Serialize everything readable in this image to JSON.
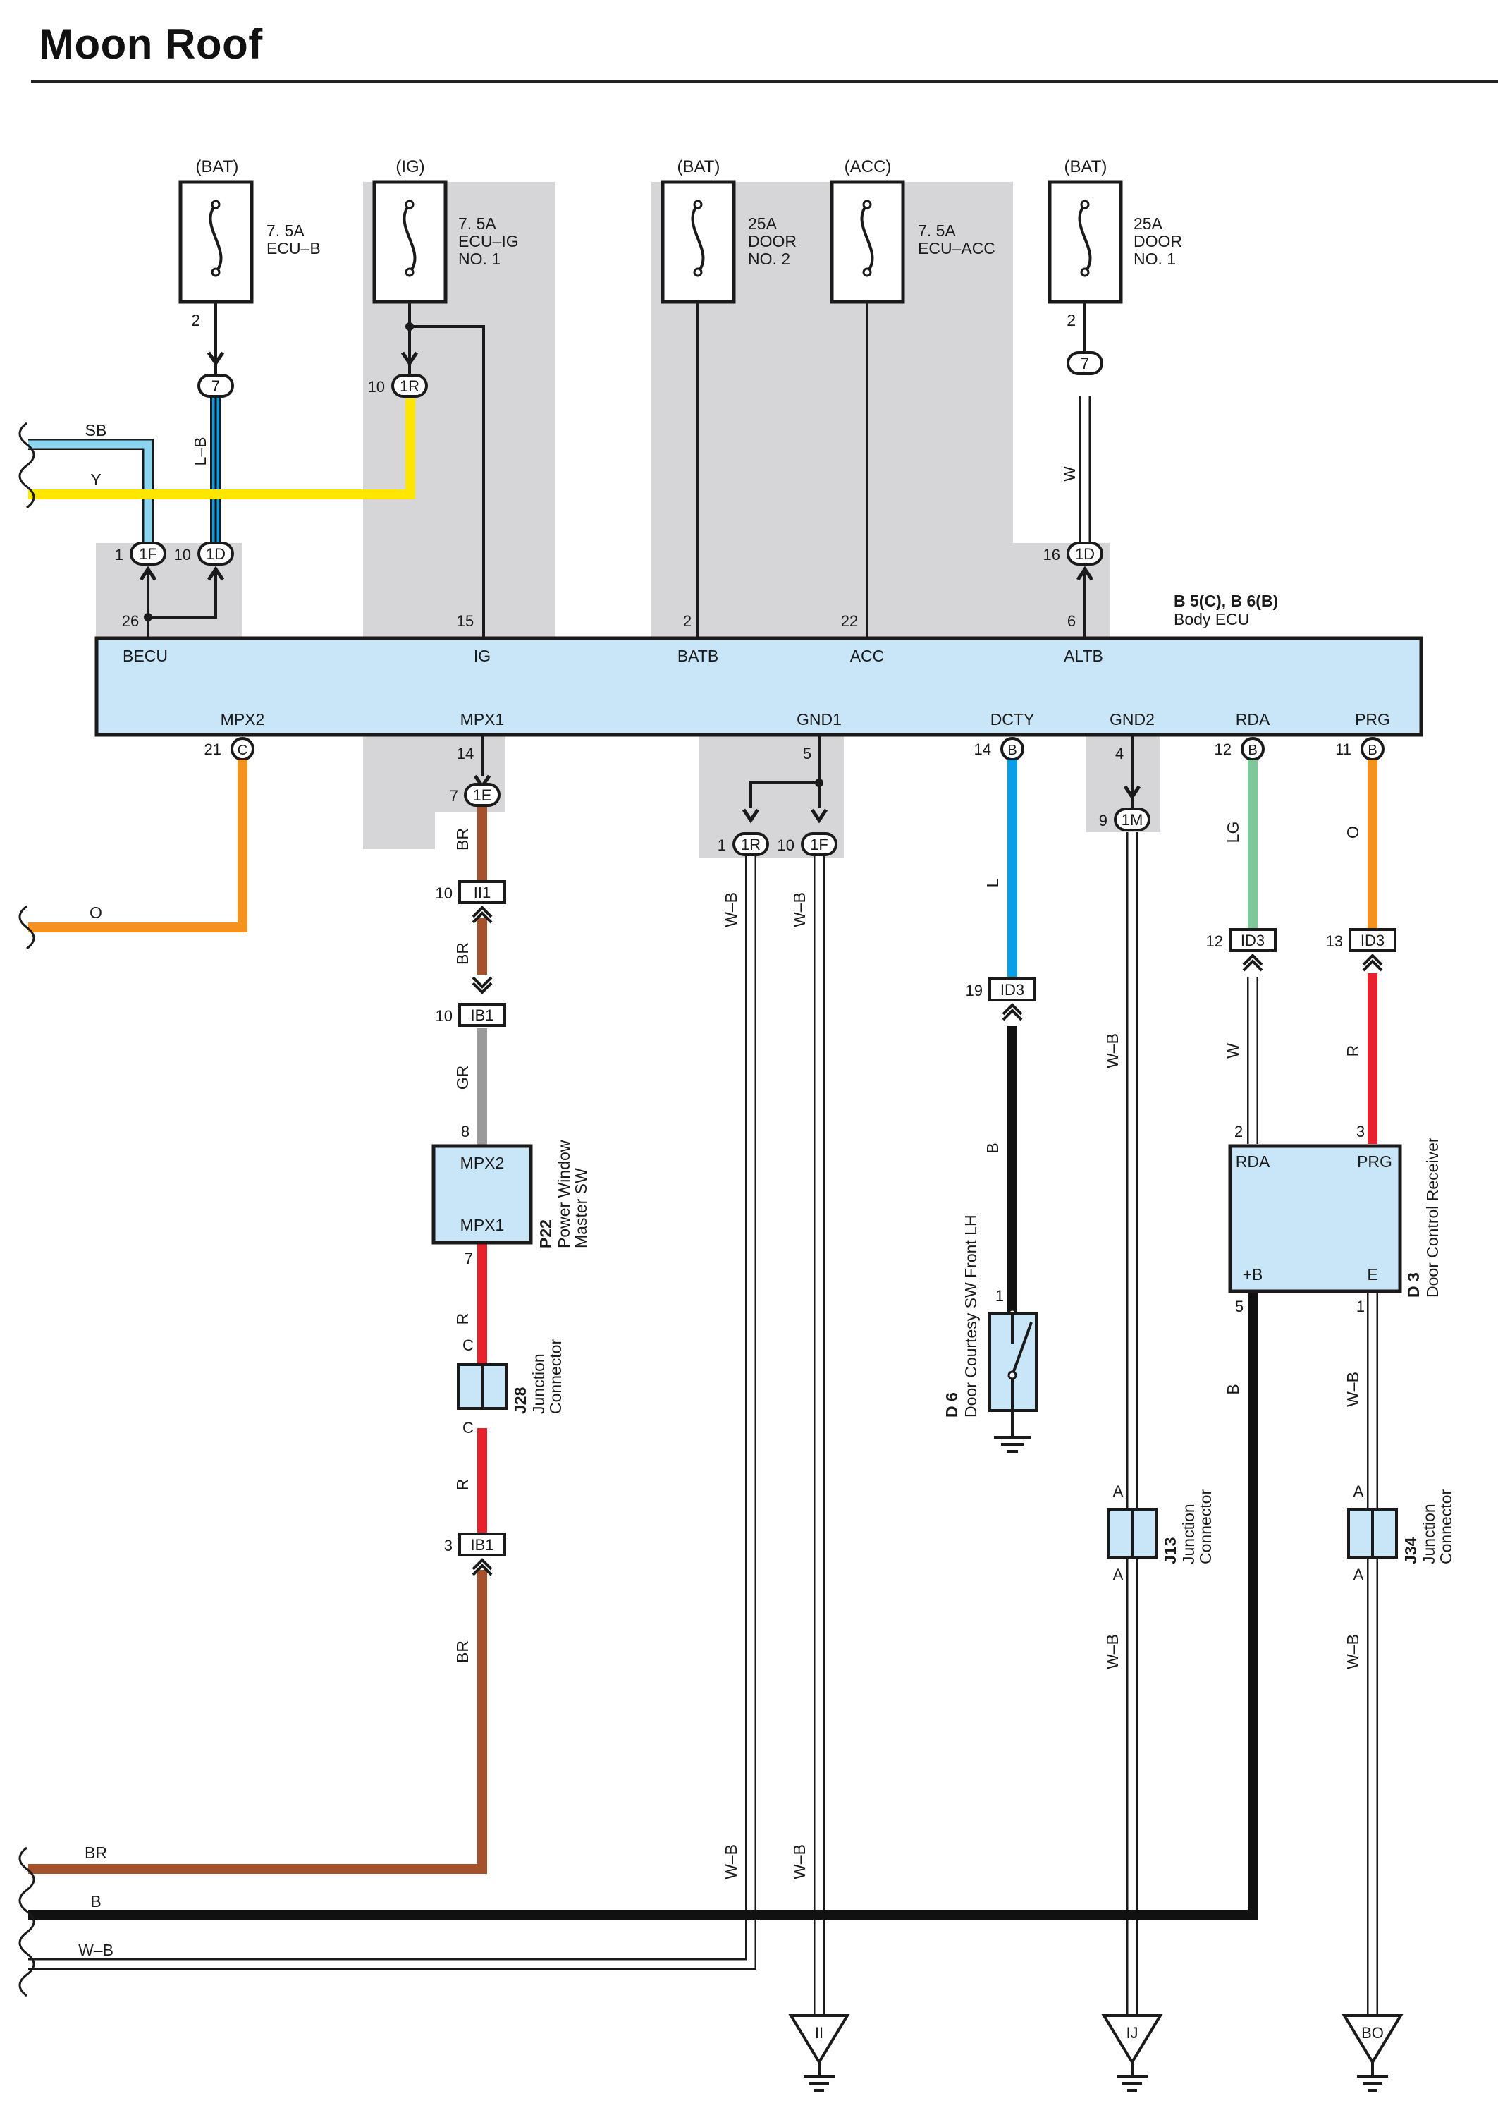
{
  "title": "Moon Roof",
  "colors": {
    "shade": "#d6d6d8",
    "box_fill": "#c8e6f8",
    "SB": "#8dd4f1",
    "Y": "#ffe600",
    "L": "#0a9ee6",
    "BR": "#a5522c",
    "GR": "#9a9a9a",
    "R": "#e8222c",
    "O": "#f5921f",
    "LG": "#7ec79b",
    "B": "#111111",
    "W": "#ffffff"
  },
  "fuses": [
    {
      "source": "(BAT)",
      "rating": "7. 5A",
      "name1": "ECU–B",
      "name2": "",
      "pin": "2"
    },
    {
      "source": "(IG)",
      "rating": "7. 5A",
      "name1": "ECU–IG",
      "name2": "NO. 1",
      "pin": ""
    },
    {
      "source": "(BAT)",
      "rating": "25A",
      "name1": "DOOR",
      "name2": "NO. 2",
      "pin": ""
    },
    {
      "source": "(ACC)",
      "rating": "7. 5A",
      "name1": "ECU–ACC",
      "name2": "",
      "pin": ""
    },
    {
      "source": "(BAT)",
      "rating": "25A",
      "name1": "DOOR",
      "name2": "NO. 1",
      "pin": "2"
    }
  ],
  "ecu": {
    "code": "B 5(C), B 6(B)",
    "name": "Body ECU",
    "top_terminals": [
      {
        "name": "BECU",
        "pin": "26"
      },
      {
        "name": "IG",
        "pin": "15"
      },
      {
        "name": "BATB",
        "pin": "2"
      },
      {
        "name": "ACC",
        "pin": "22"
      },
      {
        "name": "ALTB",
        "pin": "6"
      }
    ],
    "bottom_terminals": [
      {
        "name": "MPX2",
        "pin": "21",
        "conn": "C"
      },
      {
        "name": "MPX1",
        "pin": "14",
        "conn": ""
      },
      {
        "name": "GND1",
        "pin": "5",
        "conn": ""
      },
      {
        "name": "DCTY",
        "pin": "14",
        "conn": "B"
      },
      {
        "name": "GND2",
        "pin": "4",
        "conn": ""
      },
      {
        "name": "RDA",
        "pin": "12",
        "conn": "B"
      },
      {
        "name": "PRG",
        "pin": "11",
        "conn": "B"
      }
    ]
  },
  "connectors": {
    "c7a": {
      "label": "7",
      "pin": ""
    },
    "c1R_top": {
      "label": "1R",
      "pin": "10"
    },
    "c7b": {
      "label": "7",
      "pin": ""
    },
    "c1F_top": {
      "label": "1F",
      "pin": "1"
    },
    "c1D_a": {
      "label": "1D",
      "pin": "10"
    },
    "c1D_b": {
      "label": "1D",
      "pin": "16"
    },
    "c1E": {
      "label": "1E",
      "pin": "7"
    },
    "c1R_bot": {
      "label": "1R",
      "pin": "1"
    },
    "c1F_bot": {
      "label": "1F",
      "pin": "10"
    },
    "c1M": {
      "label": "1M",
      "pin": "9"
    },
    "ii1": {
      "label": "II1",
      "pin": "10"
    },
    "ib1a": {
      "label": "IB1",
      "pin": "10"
    },
    "ib1b": {
      "label": "IB1",
      "pin": "3"
    },
    "id3a": {
      "label": "ID3",
      "pin": "19"
    },
    "id3b": {
      "label": "ID3",
      "pin": "12"
    },
    "id3c": {
      "label": "ID3",
      "pin": "13"
    }
  },
  "wire_labels": {
    "sb": "SB",
    "y": "Y",
    "lb": "L–B",
    "w_top": "W",
    "o_left": "O",
    "br1": "BR",
    "br2": "BR",
    "gr": "GR",
    "r1": "R",
    "r2": "R",
    "br3": "BR",
    "wb1": "W–B",
    "wb2": "W–B",
    "wb3": "W–B",
    "wb4": "W–B",
    "l": "L",
    "b_d6": "B",
    "wb_j13a": "W–B",
    "wb_j13b": "W–B",
    "lg": "LG",
    "o_prg": "O",
    "w_rda": "W",
    "r_prg": "R",
    "b_d3": "B",
    "wb_j34a": "W–B",
    "wb_j34b": "W–B",
    "br_bus": "BR",
    "b_bus": "B",
    "wb_bus": "W–B"
  },
  "p22": {
    "code": "P22",
    "name1": "Power Window",
    "name2": "Master SW",
    "t_top": "MPX2",
    "t_bot": "MPX1",
    "pin_top": "8",
    "pin_bot": "7"
  },
  "j28": {
    "code": "J28",
    "name1": "Junction",
    "name2": "Connector",
    "a": "C",
    "b": "C"
  },
  "j13": {
    "code": "J13",
    "name1": "Junction",
    "name2": "Connector",
    "a": "A",
    "b": "A"
  },
  "j34": {
    "code": "J34",
    "name1": "Junction",
    "name2": "Connector",
    "a": "A",
    "b": "A"
  },
  "d6": {
    "code": "D 6",
    "name": "Door Courtesy SW Front LH",
    "pin": "1"
  },
  "d3": {
    "code": "D 3",
    "name": "Door Control Receiver",
    "t_rda": "RDA",
    "t_prg": "PRG",
    "t_b": "+B",
    "t_e": "E",
    "pin_rda": "2",
    "pin_prg": "3",
    "pin_b": "5",
    "pin_e": "1"
  },
  "grounds": [
    "II",
    "IJ",
    "BO"
  ]
}
